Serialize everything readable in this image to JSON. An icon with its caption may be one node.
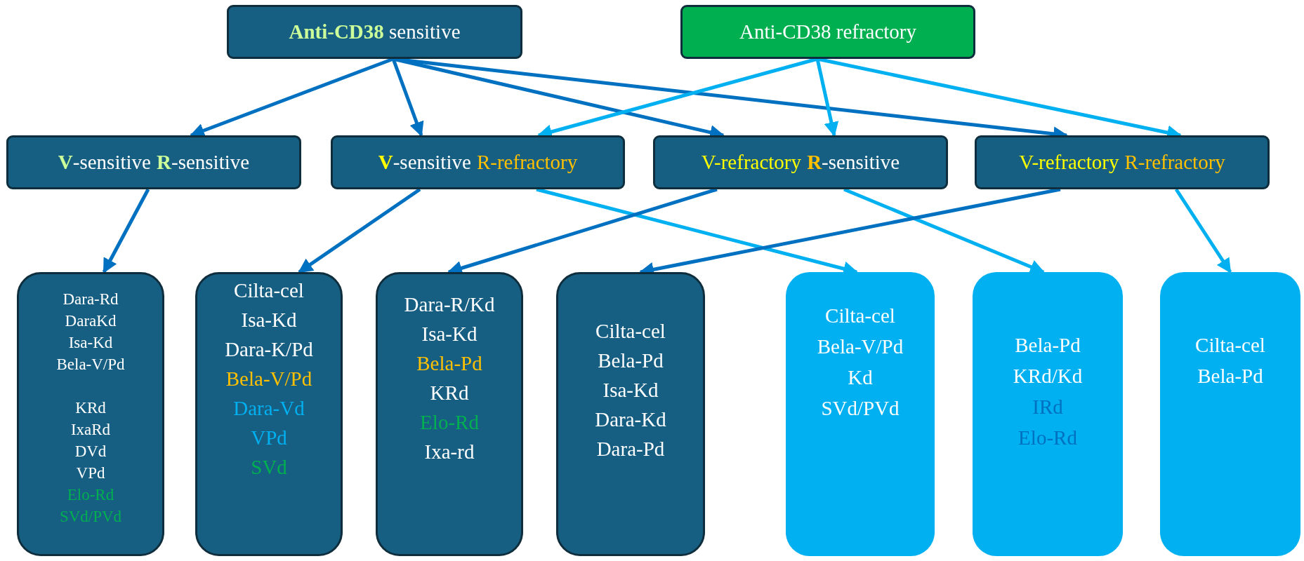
{
  "diagram": {
    "nodes": [
      {
        "text": [
          "**Anti-CD38** sensitive"
        ]
      },
      {
        "text": [
          "Anti-CD38 refractory"
        ]
      },
      {
        "text": [
          "**V**-sensitive",
          "**R**-sensitive"
        ]
      },
      {
        "text": [
          "**V**-sensitive",
          "R-refractory"
        ]
      },
      {
        "text": [
          "V-refractory",
          "**R**-sensitive"
        ]
      },
      {
        "text": [
          "V-refractory",
          "R-refractory"
        ]
      },
      {
        "text": [
          "Dara-Rd",
          "DaraKd",
          "Isa-Kd",
          "Bela-V/Pd",
          "KRd",
          "IxaRd",
          "DVd",
          "VPd",
          "Elo-Rd",
          "SVd/PVd"
        ]
      },
      {
        "text": [
          "Cilta-cel",
          "Isa-Kd",
          "Dara-K/Pd",
          "Bela-V/Pd",
          "Dara-Vd",
          "VPd",
          "SVd"
        ]
      },
      {
        "text": [
          "Dara-R/Kd",
          "Isa-Kd",
          "Bela-Pd",
          "KRd",
          "Elo-Rd",
          "Ixa-rd"
        ]
      },
      {
        "text": [
          "Cilta-cel",
          "Bela-Pd",
          "Isa-Kd",
          "Dara-Kd",
          "Dara-Pd"
        ]
      },
      {
        "text": [
          "Cilta-cel",
          "Bela-V/Pd",
          "Kd",
          "SVd/PVd"
        ]
      },
      {
        "text": [
          "Bela-Pd",
          "KRd/Kd",
          "IRd",
          "Elo-Rd"
        ]
      },
      {
        "text": [
          "Cilta-cel",
          "Bela-Pd"
        ]
      }
    ],
    "edges": [
      {
        "from": 0,
        "to": 2,
        "arrow": "to"
      },
      {
        "from": 0,
        "to": 3,
        "arrow": "to"
      },
      {
        "from": 0,
        "to": 4,
        "arrow": "to"
      },
      {
        "from": 0,
        "to": 5,
        "arrow": "to"
      },
      {
        "from": 1,
        "to": 3,
        "arrow": "to",
        "color": "#00b0f0"
      },
      {
        "from": 1,
        "to": 4,
        "arrow": "to",
        "color": "#00b0f0"
      },
      {
        "from": 1,
        "to": 5,
        "arrow": "to",
        "color": "#00b0f0"
      },
      {
        "from": 2,
        "to": 6,
        "arrow": "to"
      },
      {
        "from": 3,
        "to": 7,
        "arrow": "to"
      },
      {
        "from": 3,
        "to": 10,
        "arrow": "to",
        "color": "#00b0f0"
      },
      {
        "from": 4,
        "to": 8,
        "arrow": "to"
      },
      {
        "from": 4,
        "to": 11,
        "arrow": "to",
        "color": "#00b0f0"
      },
      {
        "from": 5,
        "to": 9,
        "arrow": "to"
      },
      {
        "from": 5,
        "to": 12,
        "arrow": "to",
        "color": "#00b0f0"
      }
    ]
  }
}
